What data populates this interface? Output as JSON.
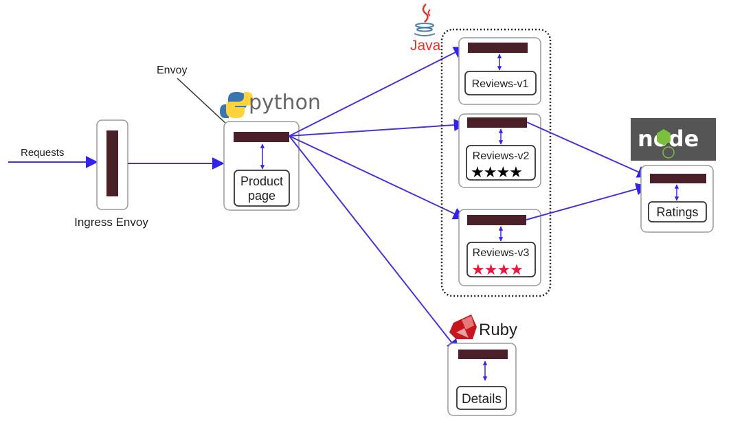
{
  "labels": {
    "requests": "Requests",
    "envoy_callout": "Envoy",
    "ingress": "Ingress Envoy"
  },
  "languages": {
    "python": "python",
    "java": "Java",
    "ruby": "Ruby",
    "node": "node"
  },
  "services": {
    "productpage": [
      "Product",
      "page"
    ],
    "reviews_v1": "Reviews-v1",
    "reviews_v2": "Reviews-v2",
    "reviews_v3": "Reviews-v3",
    "ratings": "Ratings",
    "details": "Details"
  },
  "ratings_stars": {
    "v2": {
      "stars": "★★★★",
      "color": "#000000"
    },
    "v3": {
      "stars": "★★★★",
      "color": "#e8173f"
    }
  },
  "colors": {
    "edge": "#4433dd",
    "proxy": "#4a1f27",
    "python_blue": "#3a75b0",
    "python_yellow": "#ffd43b",
    "java_red": "#e5332a",
    "java_blue": "#5382a1",
    "ruby_red": "#c4161c",
    "node_bg": "#555555",
    "node_green": "#7cbf3f"
  }
}
